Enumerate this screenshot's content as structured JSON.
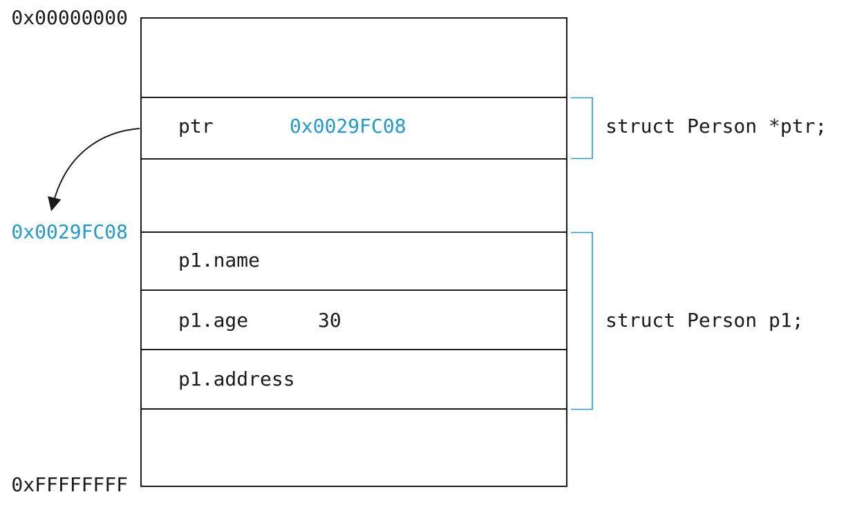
{
  "addresses": {
    "top": "0x00000000",
    "struct_start": "0x0029FC08",
    "bottom": "0xFFFFFFFF"
  },
  "cells": {
    "ptr": {
      "label": "ptr",
      "value": "0x0029FC08"
    },
    "p1_name": {
      "label": "p1.name"
    },
    "p1_age": {
      "label": "p1.age",
      "value": "30"
    },
    "p1_address": {
      "label": "p1.address"
    }
  },
  "declarations": {
    "ptr": "struct Person *ptr;",
    "p1": "struct Person p1;"
  },
  "colors": {
    "accent": "#1e9ad6",
    "line": "#1a1a1a"
  }
}
